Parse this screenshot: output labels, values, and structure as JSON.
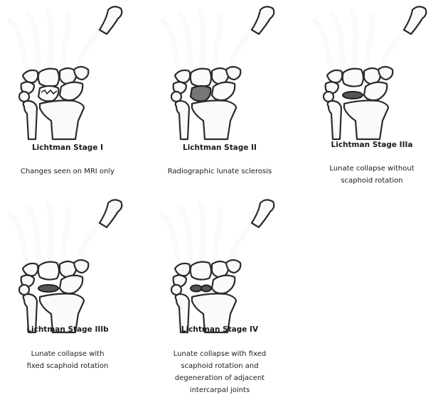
{
  "stages": [
    {
      "id": "stage-1",
      "title": "Lichtman Stage I",
      "description": [
        "Changes seen on MRI only"
      ],
      "lunate": "fractured"
    },
    {
      "id": "stage-2",
      "title": "Lichtman Stage II",
      "description": [
        "Radiographic lunate sclerosis"
      ],
      "lunate": "sclerotic"
    },
    {
      "id": "stage-3a",
      "title": "Lichtman Stage IIIa",
      "description": [
        "Lunate collapse without",
        "scaphoid rotation"
      ],
      "lunate": "collapsed"
    },
    {
      "id": "stage-3b",
      "title": "Lichtman Stage IIIb",
      "description": [
        "Lunate collapse with",
        "fixed scaphoid rotation"
      ],
      "lunate": "collapsed"
    },
    {
      "id": "stage-4",
      "title": "Lichtman Stage IV",
      "description": [
        "Lunate collapse with fixed",
        "scaphoid rotation and",
        "degeneration of adjacent",
        "intercarpal joints"
      ],
      "lunate": "fragmented"
    }
  ]
}
